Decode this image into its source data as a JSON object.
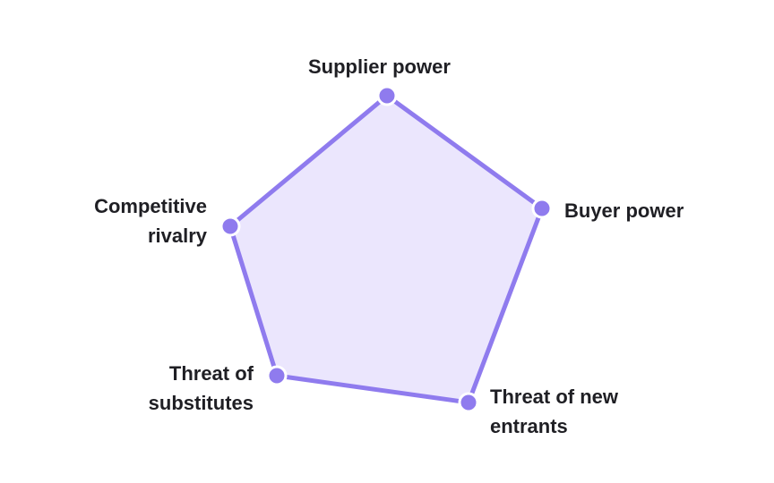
{
  "diagram": {
    "type": "pentagon",
    "colors": {
      "fill": "#ebe6fd",
      "stroke": "#8f7bee",
      "node": "#8f7bee",
      "node_border": "#ffffff",
      "text": "#1f1f24"
    },
    "nodes": [
      {
        "id": "supplier",
        "lines": [
          "Supplier power"
        ]
      },
      {
        "id": "buyer",
        "lines": [
          "Buyer power"
        ]
      },
      {
        "id": "entrants",
        "lines": [
          "Threat of new",
          "entrants"
        ]
      },
      {
        "id": "substitutes",
        "lines": [
          "Threat of",
          "substitutes"
        ]
      },
      {
        "id": "rivalry",
        "lines": [
          "Competitive",
          "rivalry"
        ]
      }
    ]
  }
}
